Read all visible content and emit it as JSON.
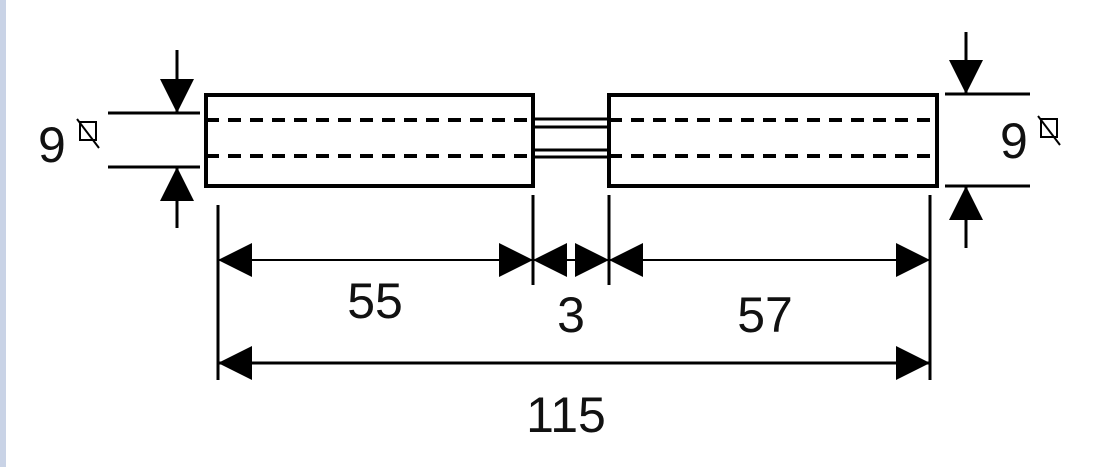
{
  "diagram": {
    "left_height": {
      "value": "9",
      "symbol": "square-section-symbol"
    },
    "right_height": {
      "value": "9",
      "symbol": "square-section-symbol"
    },
    "left_length": "55",
    "gap": "3",
    "right_length": "57",
    "total_length": "115"
  },
  "colors": {
    "line": "#000000",
    "strip": "#c9d3e6"
  }
}
